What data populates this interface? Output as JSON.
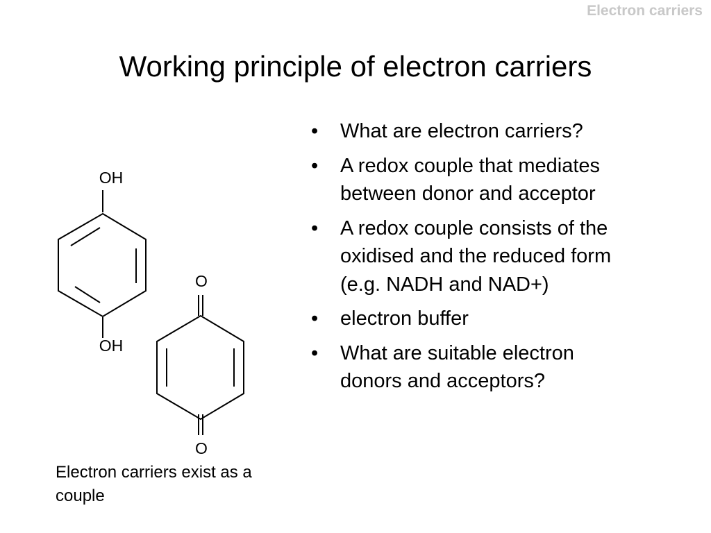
{
  "slide": {
    "header_label": "Electron carriers",
    "title": "Working principle of electron carriers",
    "bullets": [
      "What are electron carriers?",
      "A redox couple that mediates between donor and acceptor",
      "A redox couple consists of the oxidised and the reduced form (e.g. NADH and NAD+)",
      "electron buffer",
      "What are suitable electron donors and acceptors?"
    ],
    "bullet_symbol": "•",
    "figure": {
      "hydroquinone": {
        "top_label": "OH",
        "bottom_label": "OH"
      },
      "quinone": {
        "top_label": "O",
        "bottom_label": "O"
      }
    },
    "caption": "Electron carriers exist as a couple"
  }
}
